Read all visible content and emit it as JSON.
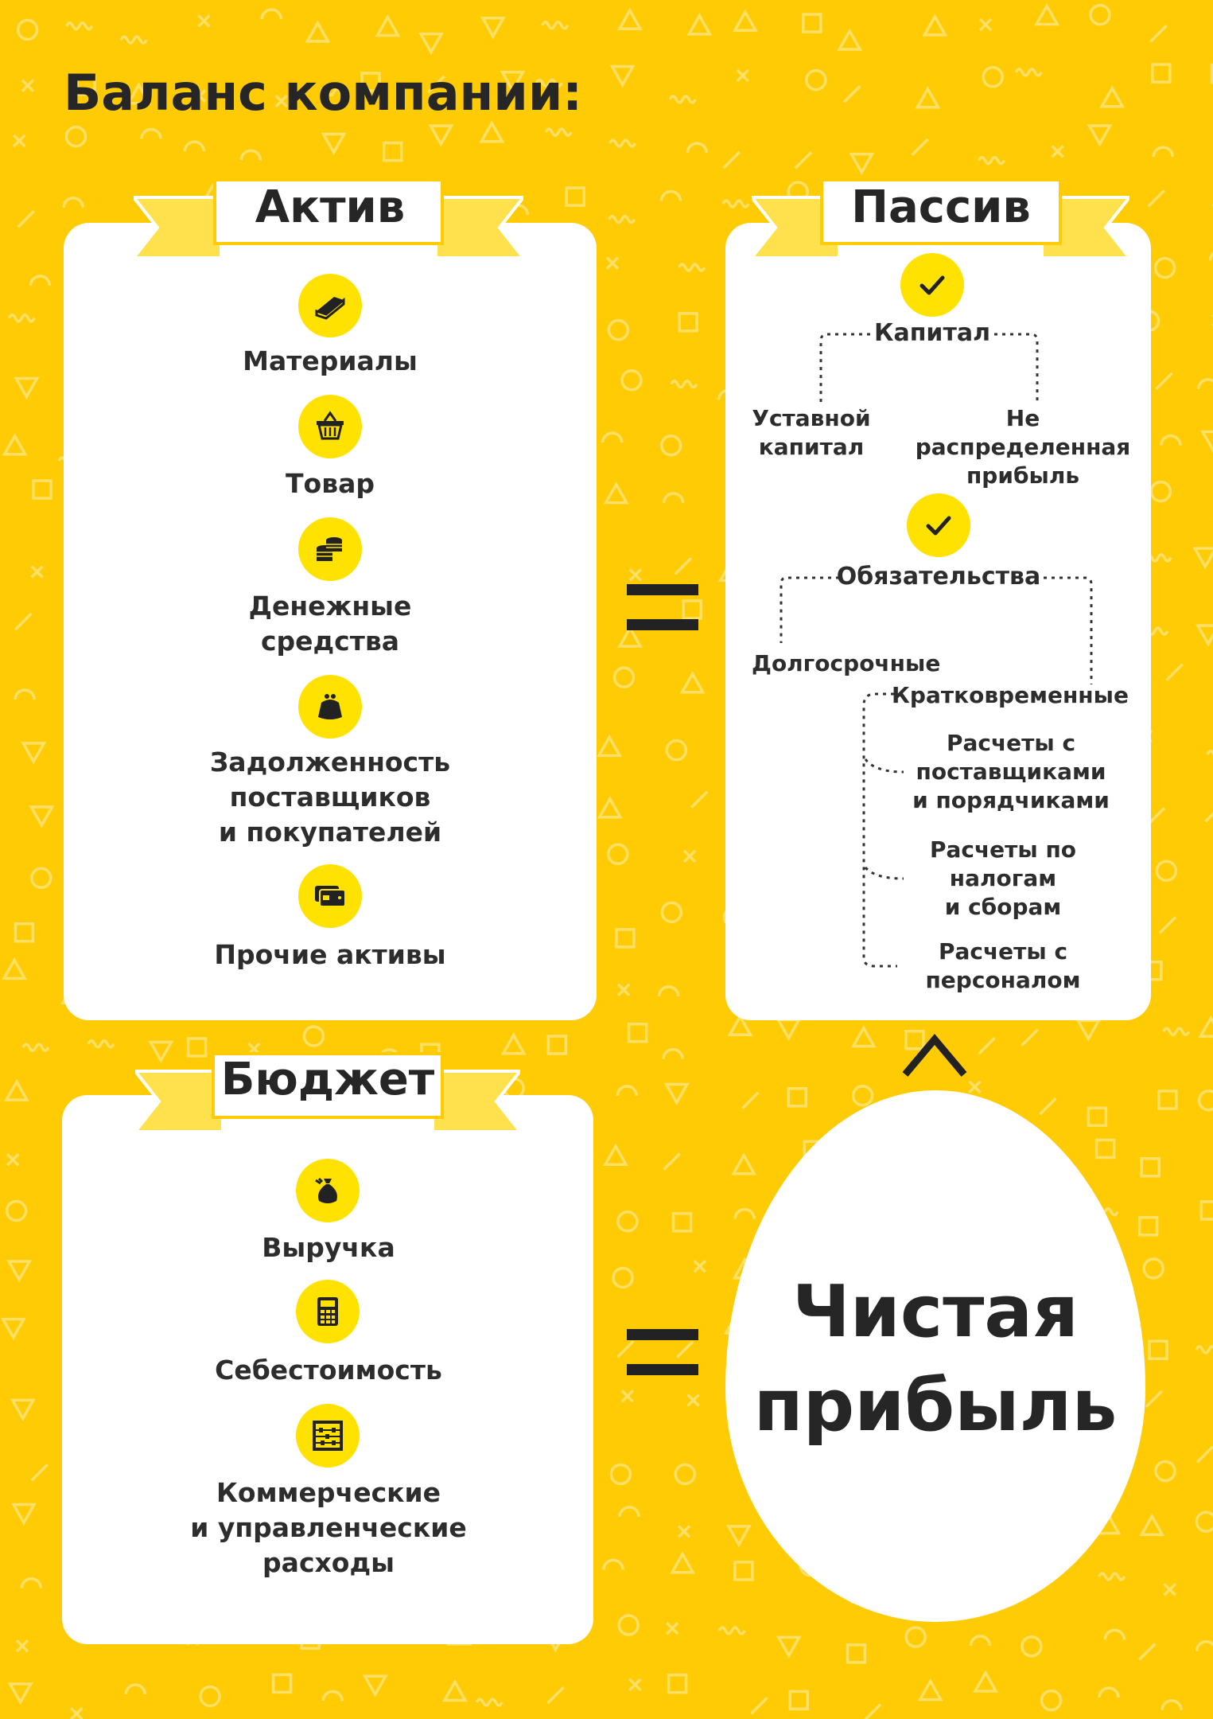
{
  "title": "Баланс компании:",
  "colors": {
    "background": "#FFCB05",
    "accent": "#FFE200",
    "card": "#FFFFFF",
    "text": "#262626"
  },
  "asset": {
    "heading": "Актив",
    "items": [
      {
        "label": "Материалы",
        "icon": "book-icon"
      },
      {
        "label": "Товар",
        "icon": "basket-icon"
      },
      {
        "label": "Денежные\nсредства",
        "icon": "coins-icon"
      },
      {
        "label": "Задолженность\nпоставщиков\nи покупателей",
        "icon": "purse-icon"
      },
      {
        "label": "Прочие активы",
        "icon": "card-icon"
      }
    ]
  },
  "equals": "=",
  "liability": {
    "heading": "Пассив",
    "capital": {
      "label": "Капитал",
      "icon": "check-icon",
      "children": [
        "Уставной\nкапитал",
        "Не\nраспределенная\nприбыль"
      ]
    },
    "obligations": {
      "label": "Обязательства",
      "icon": "check-icon",
      "long_term": "Долгосрочные",
      "short_term": "Кратковременные",
      "short_items": [
        "Расчеты с\nпоставщиками\nи порядчиками",
        "Расчеты по\nналогам\nи сборам",
        "Расчеты с\nперсоналом"
      ]
    }
  },
  "caret": "^",
  "budget": {
    "heading": "Бюджет",
    "items": [
      {
        "label": "Выручка",
        "icon": "money-bag-icon"
      },
      {
        "label": "Себестоимость",
        "icon": "calculator-icon"
      },
      {
        "label": "Коммерческие\nи управленческие\nрасходы",
        "icon": "abacus-icon"
      }
    ]
  },
  "net_profit": "Чистая\nприбыль"
}
